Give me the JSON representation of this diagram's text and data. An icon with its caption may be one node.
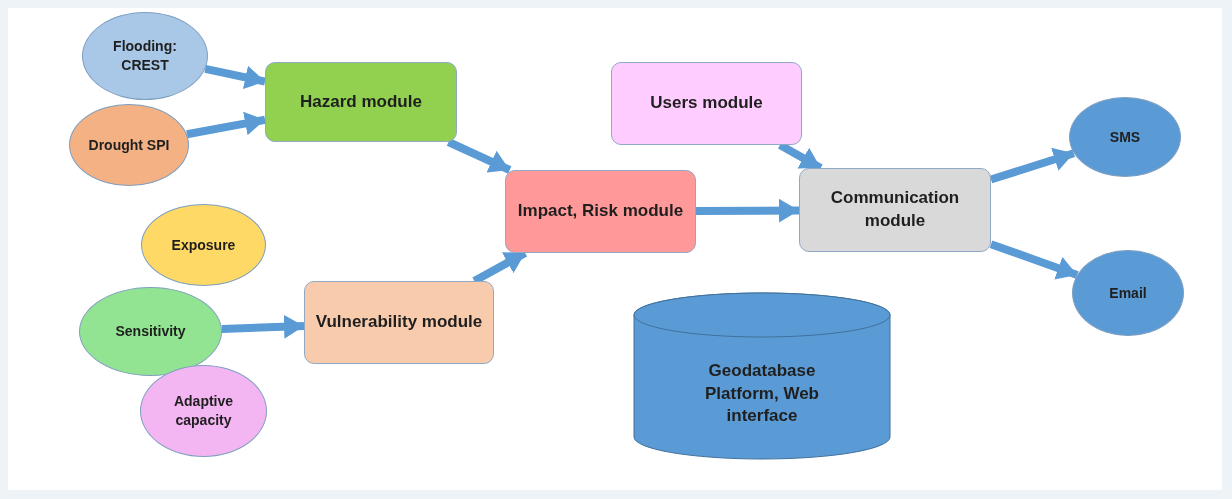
{
  "diagram": {
    "nodes": [
      {
        "text": [
          "Flooding: CREST"
        ]
      },
      {
        "text": [
          "Drought SPI"
        ]
      },
      {
        "text": [
          "Hazard module"
        ]
      },
      {
        "text": [
          "Users module"
        ]
      },
      {
        "text": [
          "Impact, Risk module"
        ]
      },
      {
        "text": [
          "Communication module"
        ]
      },
      {
        "text": [
          "SMS"
        ]
      },
      {
        "text": [
          "Exposure"
        ]
      },
      {
        "text": [
          "Sensitivity"
        ]
      },
      {
        "text": [
          "Vulnerability module"
        ]
      },
      {
        "text": [
          "Email"
        ]
      },
      {
        "text": [
          "Adaptive capacity"
        ]
      },
      {
        "text": [
          "Geodatabase Platform, Web interface"
        ]
      }
    ],
    "edges": [
      {
        "from": 0,
        "to": 2,
        "arrow": "to"
      },
      {
        "from": 1,
        "to": 2,
        "arrow": "to"
      },
      {
        "from": 2,
        "to": 4,
        "arrow": "to"
      },
      {
        "from": 8,
        "to": 9,
        "arrow": "to"
      },
      {
        "from": 9,
        "to": 4,
        "arrow": "to"
      },
      {
        "from": 3,
        "to": 5,
        "arrow": "to"
      },
      {
        "from": 4,
        "to": 5,
        "arrow": "to"
      },
      {
        "from": 5,
        "to": 6,
        "arrow": "to"
      },
      {
        "from": 5,
        "to": 10,
        "arrow": "to"
      }
    ]
  }
}
